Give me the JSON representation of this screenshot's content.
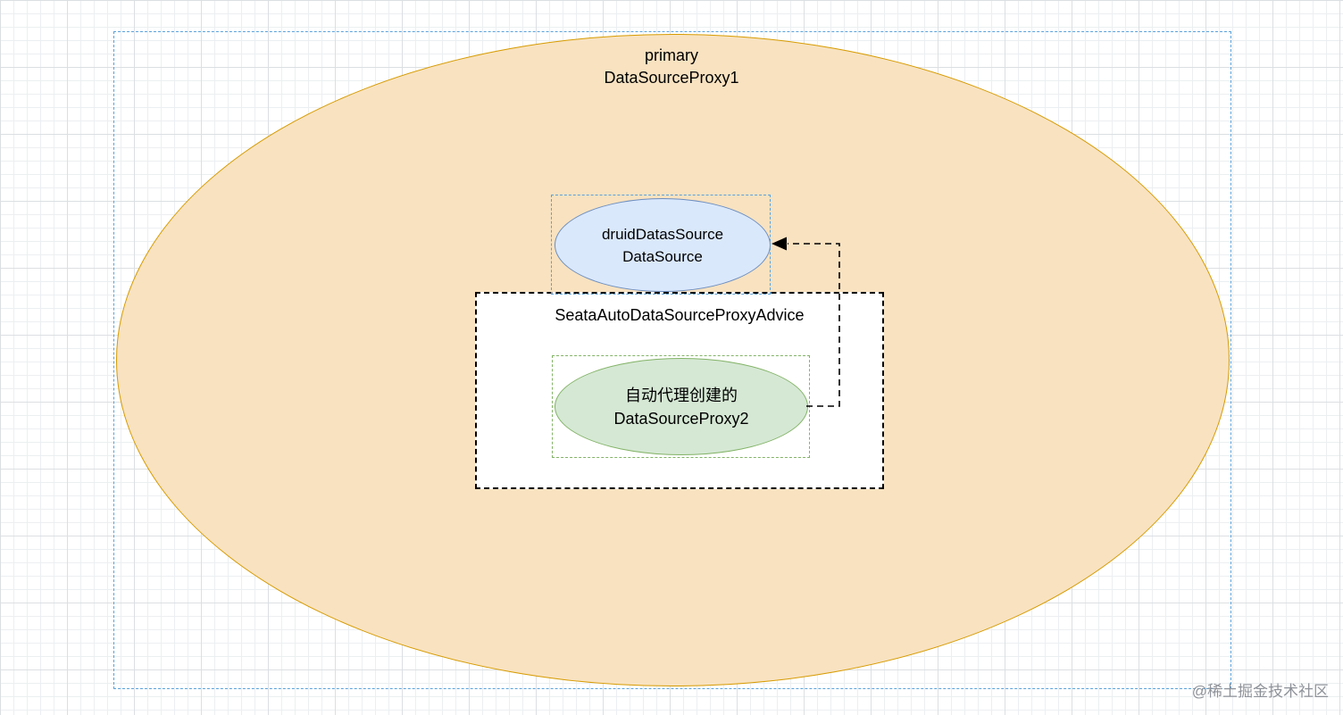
{
  "canvas": {
    "watermark": "@稀土掘金技术社区"
  },
  "nodes": {
    "primary_group": {
      "label_line1": "primary",
      "label_line2": "DataSourceProxy1",
      "shape": "ellipse",
      "fill": "#f8e2c0",
      "stroke": "#d79b00"
    },
    "druid_datasource": {
      "label_line1": "druidDatasSource",
      "label_line2": "DataSource",
      "shape": "ellipse",
      "fill": "#dae8fc",
      "stroke": "#6c8ebf"
    },
    "advice_box": {
      "label": "SeataAutoDataSourceProxyAdvice",
      "shape": "rectangle",
      "fill": "#ffffff",
      "stroke": "#000000",
      "stroke_style": "dashed"
    },
    "proxy_datasource": {
      "label_line1": "自动代理创建的",
      "label_line2": "DataSourceProxy2",
      "shape": "ellipse",
      "fill": "#d5e8d4",
      "stroke": "#82b366"
    }
  },
  "edges": [
    {
      "from": "proxy_datasource",
      "to": "druid_datasource",
      "style": "dashed",
      "arrowhead": "solid-triangle",
      "color": "#000000"
    }
  ],
  "selection_color": "#59a2dc"
}
